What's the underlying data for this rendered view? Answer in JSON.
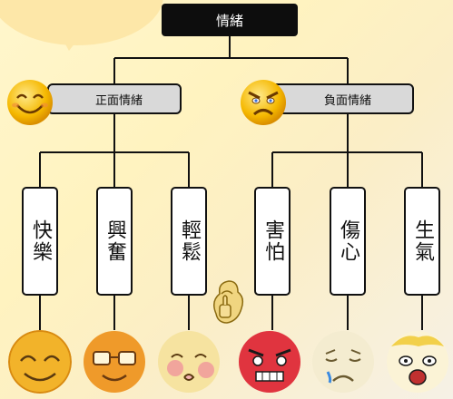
{
  "root": {
    "label": "情緒"
  },
  "groups": [
    {
      "label": "正面情緒",
      "icon": "smiling-emoji-icon",
      "children": [
        {
          "label": "快樂",
          "face_icon": "happy-face-drawing"
        },
        {
          "label": "興奮",
          "face_icon": "excited-face-drawing"
        },
        {
          "label": "輕鬆",
          "face_icon": "relaxed-face-drawing"
        }
      ]
    },
    {
      "label": "負面情緒",
      "icon": "angry-emoji-icon",
      "children": [
        {
          "label": "害怕",
          "face_icon": "scared-face-drawing"
        },
        {
          "label": "傷心",
          "face_icon": "sad-face-drawing"
        },
        {
          "label": "生氣",
          "face_icon": "angry-face-drawing"
        }
      ]
    }
  ],
  "colors": {
    "line": "#111111",
    "group_fill": "#d9d9d9",
    "root_fill": "#0d0d0d",
    "emoji_yellow": "#f5b800"
  }
}
